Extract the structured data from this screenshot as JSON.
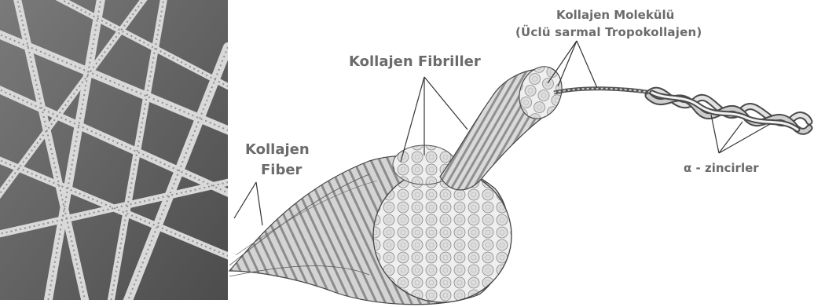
{
  "labels": {
    "molecule_line1": "Kollajen Molekülü",
    "molecule_line2": "(Üclü sarmal Tropokollajen)",
    "fibrils": "Kollajen Fibriller",
    "fiber_line1": "Kollajen",
    "fiber_line2": "Fiber",
    "alpha_chains": "α - zincirler"
  },
  "colors": {
    "label_text": "#6b6b6b",
    "line": "#333333",
    "micrograph_bg": "#6a6a6a",
    "fibril_light": "#e9e9e9"
  }
}
